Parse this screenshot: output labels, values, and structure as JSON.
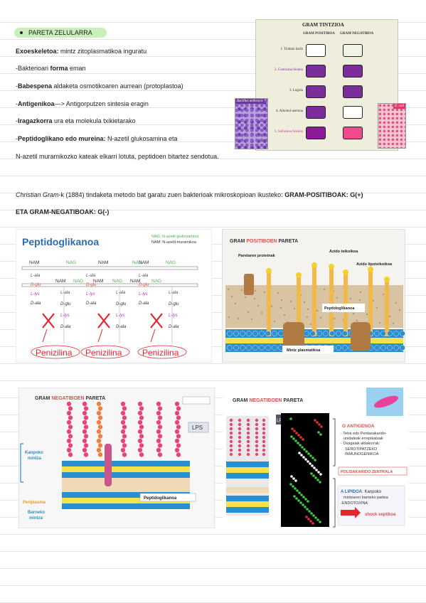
{
  "section": {
    "heading": "PARETA ZELULARRA"
  },
  "lines": {
    "l1_bold": "Exoeskeletoa:",
    "l1_rest": " mintz zitoplasmatikoa inguratu",
    "l2_pre": "-Bakterioari ",
    "l2_bold": "forma",
    "l2_rest": " eman",
    "l3_pre": "-",
    "l3_bold": "Babespena",
    "l3_rest": " aldaketa osmotikoaren aurrean (protoplastoa)",
    "l4_pre": "-",
    "l4_bold": "Antigenikoa",
    "l4_rest": "—> Antigorputzen sintesia eragin",
    "l5_pre": "-",
    "l5_bold": "Iragazkorra",
    "l5_rest": " ura eta molekula txikietarako",
    "l6_pre": "-",
    "l6_bold": "Peptidoglikano edo mureina:",
    "l6_rest": " N-azetil glukosamina eta",
    "l7": "N-azetil muramikozko kateak elkarri lotuta, peptidoen bitartez sendotua.",
    "gram_it": "Christian Gram",
    "gram_rest": "-k (1884) tindaketa metodo bat garatu zuen bakterioak mikroskopioan ikusteko: ",
    "gram_bold1": "GRAM-POSITIBOAK: G(+)",
    "gram_bold2": "ETA GRAM-NEGATIBOAK: G(-)"
  },
  "gram_table": {
    "title": "GRAM TINTZIOA",
    "col_pos": "GRAM POSITIBOA",
    "col_neg": "GRAM NEGATIBOA",
    "rows": [
      {
        "label": "1. Tindatu barik",
        "pos": "#ffffff",
        "neg": "#f4f4e6"
      },
      {
        "label": "2. Gentziana bioleta",
        "pos": "#7b2d9c",
        "neg": "#7b2d9c"
      },
      {
        "label": "3. Lugola",
        "pos": "#7b2d9c",
        "neg": "#7b2d9c"
      },
      {
        "label": "4. Alkohol-azetona",
        "pos": "#7b2d9c",
        "neg": "#ffffff"
      },
      {
        "label": "5. Safranina fuksina",
        "pos": "#8a1a9a",
        "neg": "#f04a8c"
      }
    ],
    "bacillus_label": "Bacillus anthracis",
    "ecoli_label": "E. coli"
  },
  "peptido_fig": {
    "title": "Peptidoglikanoa",
    "legend1": "NAG: N-azetil-glukosamina",
    "legend2": "NAM: N-azetil-muramikoa",
    "nam": "NAM",
    "nag": "NAG",
    "lala": "L-ala",
    "dglu": "D-glu",
    "llys": "L-lys",
    "dala": "D-ala",
    "peni": "Penizilina"
  },
  "gram_pos_fig": {
    "title1": "GRAM ",
    "title2": "POSITIBOEN",
    "title3": " PARETA",
    "proteina": "Paretaren proteinak",
    "teikoikoa": "Azido teikoikoa",
    "lipo": "Azido lipoteikoikoa",
    "pepti": "Peptidoglikanoa",
    "mintz": "Mintz plasmatikoa"
  },
  "gram_neg_fig1": {
    "title1": "GRAM ",
    "title2": "NEGATIBOEN",
    "title3": " PARETA",
    "kanpoko": "Kanpoko mintza",
    "periplasma": "Periplasma",
    "barneko": "Barneko mintza",
    "lps": "LPS",
    "pepti": "Peptidoglikanoa"
  },
  "gram_neg_fig2": {
    "title1": "GRAM ",
    "title2": "NEGATIBOEN",
    "title3": " PARETA",
    "lps": "LPS",
    "oanti": "O ANTIGENOA",
    "o1": "- Tetra edo Pentasakarido-",
    "o2": "unidateak errepikatuak",
    "o3": "- Osagaiak aldakorrak:",
    "o4": "SEROTIPATZEKO",
    "o5": "INMUNOGENIKOA",
    "poli": "POLISAKARIDO ZENTRALA",
    "lipida": "A LIPIDOA",
    "lip1": ": Kanpoko",
    "lip2": "mintzaren barneko partea",
    "endo": "-ENDOTOXINA",
    "shock": "shock septikoa"
  }
}
